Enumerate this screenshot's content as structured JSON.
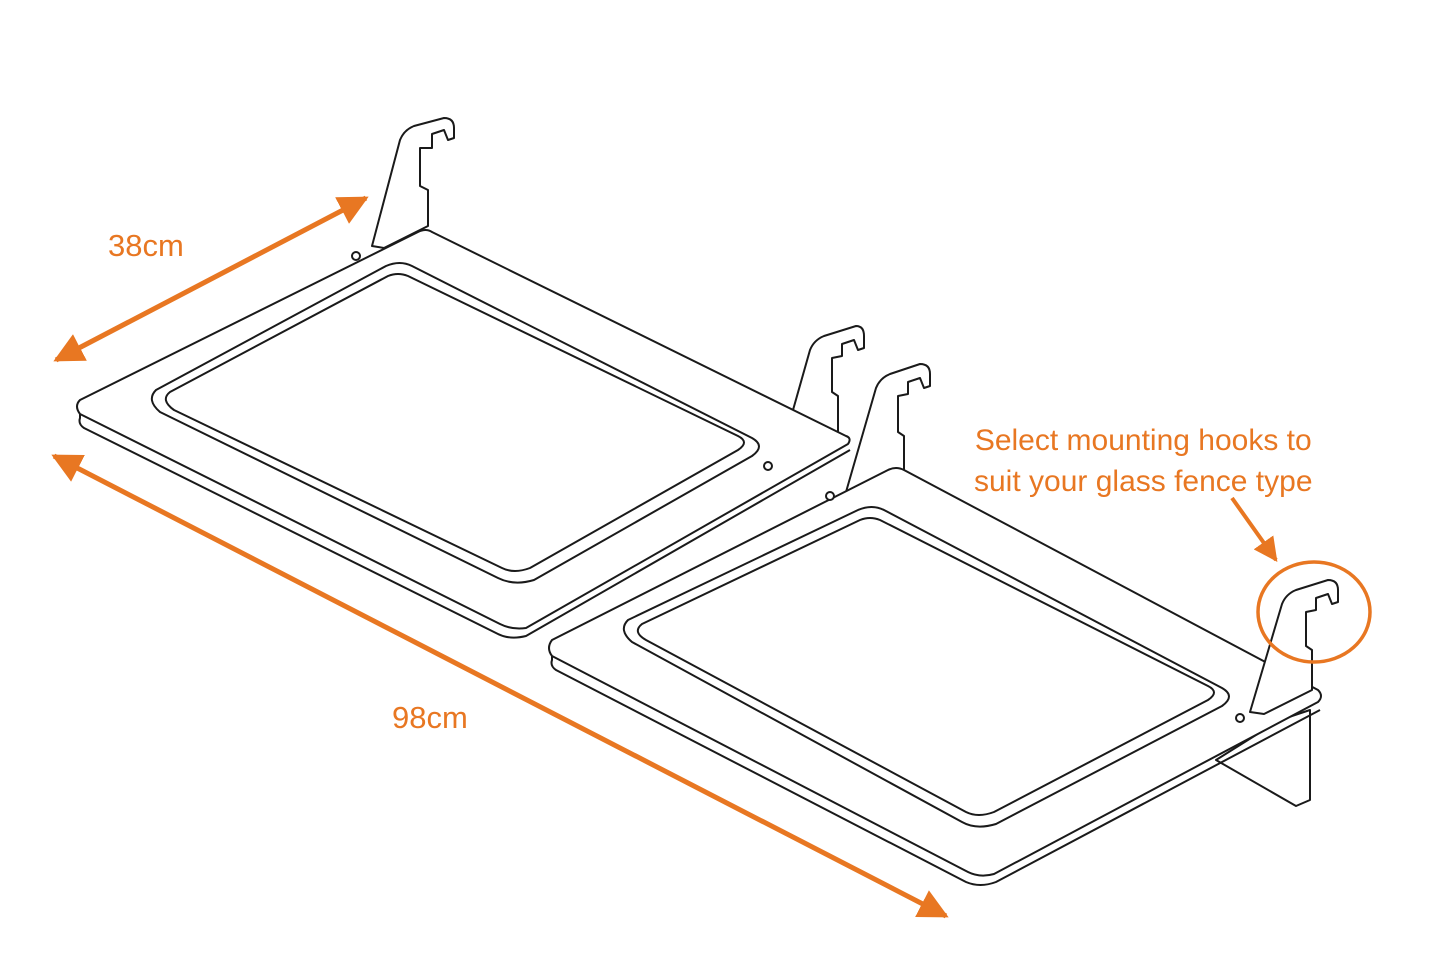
{
  "dimensions": {
    "width_label": "38cm",
    "length_label": "98cm"
  },
  "callout": {
    "line1": "Select mounting hooks to",
    "line2": "suit your glass fence type"
  },
  "colors": {
    "accent": "#E87722",
    "line": "#1a1a1a",
    "background": "#ffffff"
  }
}
